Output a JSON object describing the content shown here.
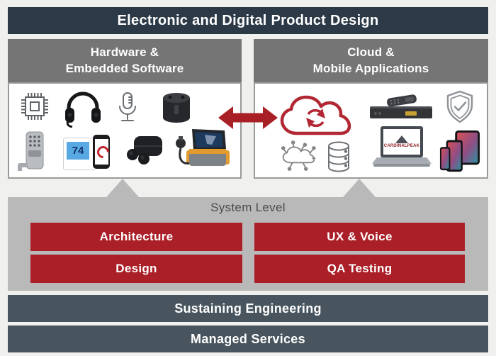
{
  "title": "Electronic and Digital Product Design",
  "panels": {
    "hardware": {
      "title": "Hardware &\nEmbedded Software",
      "icons": [
        "chip",
        "gaming-headset",
        "microphone",
        "smart-speaker",
        "keypad-door-lock",
        "smart-thermostat",
        "wireless-earbuds",
        "portable-ultrasound"
      ]
    },
    "cloud": {
      "title": "Cloud &\nMobile Applications",
      "icons": [
        "cloud-sync",
        "set-top-box",
        "shield-check",
        "iot-network",
        "database",
        "laptop-cardinal-peak",
        "mobile-devices"
      ]
    }
  },
  "connector": {
    "arrow": "bidirectional-red-arrow"
  },
  "system_level": {
    "label": "System Level",
    "buttons": [
      {
        "label": "Architecture"
      },
      {
        "label": "Design"
      },
      {
        "label": "UX & Voice"
      },
      {
        "label": "QA Testing"
      }
    ]
  },
  "bars": {
    "sustaining": "Sustaining Engineering",
    "managed": "Managed Services"
  },
  "details": {
    "thermostat_display": "74",
    "laptop_logo_text": "CARDINALPEAK"
  },
  "colors": {
    "background": "#F0F0EF",
    "title_bar": "#2C3946",
    "section_header": "#757575",
    "system_panel": "#B9B9B9",
    "accent_red": "#AB1F28",
    "bottom_bar": "#48555F",
    "panel_white": "#FFFFFF"
  }
}
